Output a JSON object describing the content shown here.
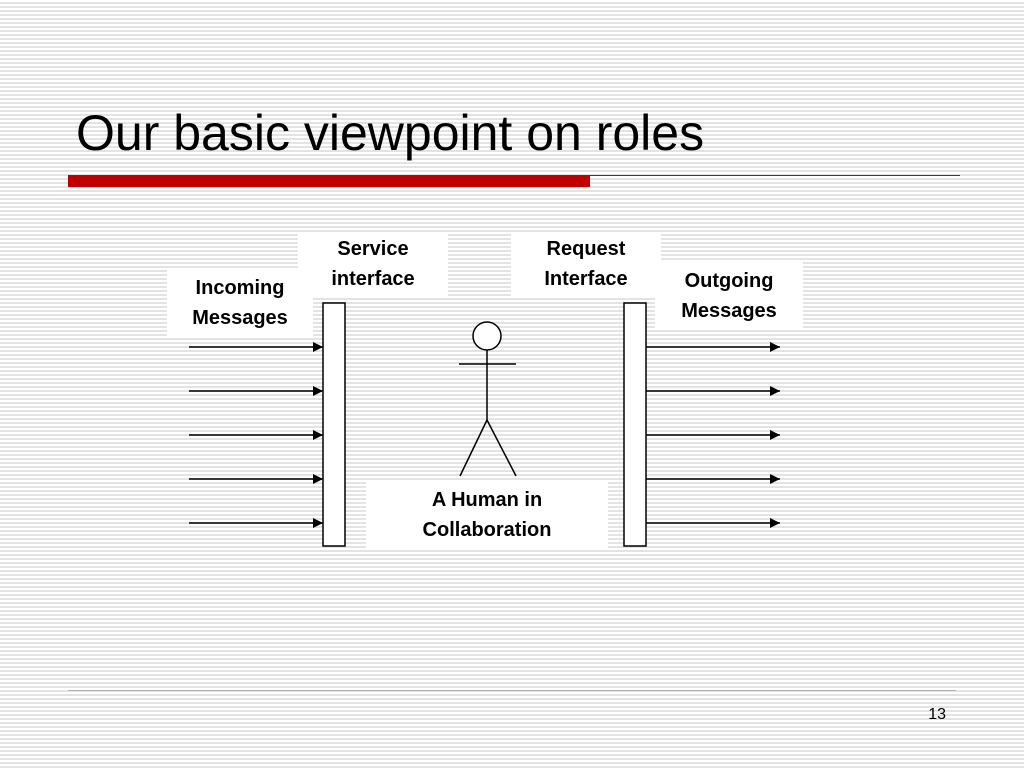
{
  "slide": {
    "title": "Our basic viewpoint on roles",
    "page_number": "13"
  },
  "diagram": {
    "service_interface": {
      "line1": "Service",
      "line2": "interface"
    },
    "request_interface": {
      "line1": "Request",
      "line2": "Interface"
    },
    "incoming_messages": {
      "line1": "Incoming",
      "line2": "Messages"
    },
    "outgoing_messages": {
      "line1": "Outgoing",
      "line2": "Messages"
    },
    "human": {
      "line1": "A Human in",
      "line2": "Collaboration"
    },
    "incoming_arrow_count": 5,
    "outgoing_arrow_count": 5
  },
  "colors": {
    "accent_red": "#c00000",
    "line_gray": "#b0b0b0",
    "ink": "#000000"
  }
}
